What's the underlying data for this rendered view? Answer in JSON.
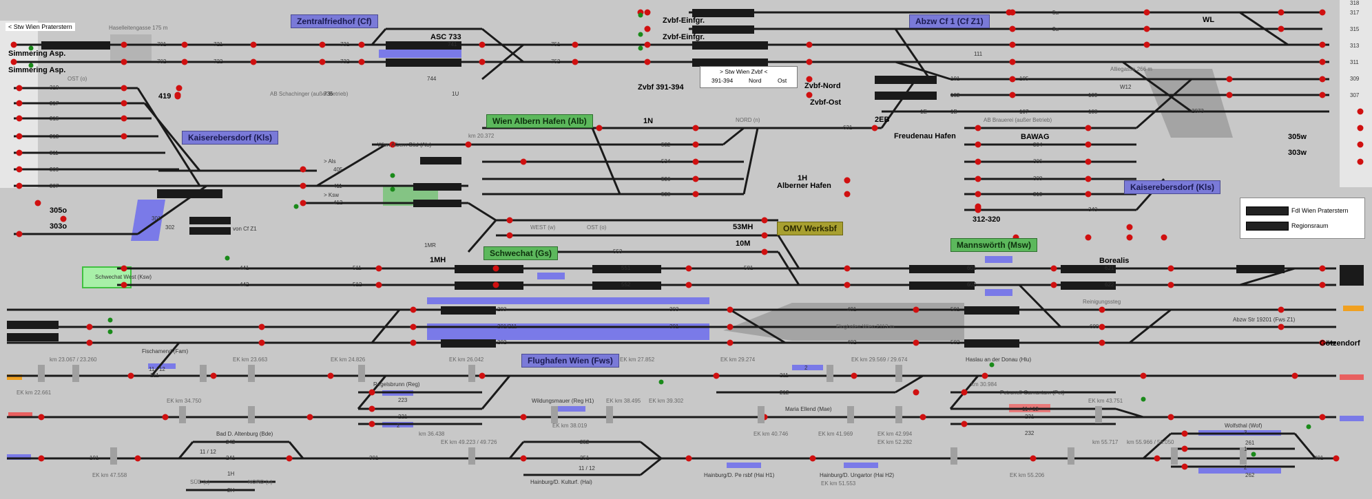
{
  "stations": {
    "zentralfriedhof": "Zentralfriedhof (Cf)",
    "abzw_cf1": "Abzw Cf 1 (Cf Z1)",
    "kaiserebersdorf_left": "Kaiserebersdorf (Kls)",
    "kaiserebersdorf_right": "Kaiserebersdorf (Kls)",
    "wien_albern_hafen": "Wien Albern Hafen (Alb)",
    "schwechat": "Schwechat (Gs)",
    "omv": "OMV Werksbf",
    "mannswoerth": "Mannswörth (Msw)",
    "flughafen": "Flughafen Wien (Fws)"
  },
  "places": {
    "stw_praterstern": "< Stw Wien Praterstern",
    "haselleitengasse": "Haselleitengasse 175 m",
    "simmering1": "Simmering Asp.",
    "simmering2": "Simmering Asp.",
    "asc733": "ASC 733",
    "zvbf1": "Zvbf-Einfgr.",
    "zvbf2": "Zvbf-Einfgr.",
    "zvbf391": "Zvbf 391-394",
    "zvbf_nord": "Zvbf-Nord",
    "zvbf_ost": "Zvbf-Ost",
    "freudenau": "Freudenau Hafen",
    "alberner": "Alberner Hafen",
    "wl": "WL",
    "allegasse": "Alliegasse 266 m",
    "bawag": "BAWAG",
    "brauerei": "AB Brauerei (außer Betrieb)",
    "schachinger": "AB Schachinger (außer Betrieb)",
    "w12": "W12",
    "s305w": "305w",
    "s303w": "303w",
    "s312_320": "312-320",
    "s305o": "305o",
    "s303o": "303o",
    "s419": "419",
    "albern_sued": "Wien Albern Süd (Als)",
    "als_arrow": "> Als",
    "ksw_arrow": "> Ksw",
    "von_cf": "von Cf Z1",
    "km2037": "km 20.372",
    "nord_n": "NORD (n)",
    "west_w": "WEST (w)",
    "ost_o": "OST (o)",
    "ost_o2": "OST (o)",
    "s1mr": "1MR",
    "s1mh": "1MH",
    "s53mh": "53MH",
    "s10m": "10M",
    "s1h": "1H",
    "s1n": "1N",
    "s2eb": "2EB",
    "schwechat_west": "Schwechat West (Ksw)",
    "borealis": "Borealis",
    "reinigung": "Reinigungssteg",
    "abzweig": "Abzw Str 19201 (Fws Z1)",
    "goetzendorf": "Götzendorf",
    "fischamend": "Fischamend (Fam)",
    "flughafen_len": "Flughafen Wien 2113 m",
    "haslau": "Haslau an der Donau (Hlu)",
    "regelsbrunn": "Regelsbrunn (Reg)",
    "wildungsmauer": "Wildungsmauer (Reg H1)",
    "maria_ellend": "Maria Ellend (Mae)",
    "petronell": "Petronell-Carnuntum (Pet)",
    "bad_altenburg": "Bad D. Altenburg (Bde)",
    "wolfsthal": "Wolfsthal (Wof)",
    "hainburg_k": "Hainburg/D. Kulturf. (Hai)",
    "hainburg_p": "Hainburg/D. Pe rsbf (Hai H1)",
    "hainburg_u": "Hainburg/D. Ungartor (Hai H2)",
    "sued_s": "SÜD (s)",
    "nord_n2": "NORD (n)",
    "s2h": "2H",
    "s1h2": "1H"
  },
  "km_labels": {
    "k1": "km 23.067 / 23.260",
    "k2": "EK km 23.663",
    "k3": "EK km 24.826",
    "k4": "EK km 26.042",
    "k5": "EK km 27.852",
    "k6": "EK km 29.274",
    "k7": "EK km 29.569 / 29.674",
    "k8": "EK km 22.661",
    "k9": "EK km 34.750",
    "k10": "EK km 38.495",
    "k11": "EK km 39.302",
    "k12": "EK km 38.019",
    "k13": "km 36.438",
    "k14": "EK km 40.746",
    "k15": "EK km 41.969",
    "k16": "EK km 42.994",
    "k17": "km 30.984",
    "k18": "EK km 43.751",
    "k19": "EK km 49.223 / 49.726",
    "k20": "EK km 47.558",
    "k21": "EK km 52.282",
    "k22": "EK km 51.553",
    "k23": "EK km 55.206",
    "k24": "km 55.717",
    "k25": "km 55.966 / 56.050"
  },
  "track_numbers": {
    "t701": "701",
    "t702": "702",
    "t721": "721",
    "t722": "722",
    "t731": "731",
    "t732": "732",
    "t741": "741",
    "t736": "736",
    "t744": "744",
    "t751": "751",
    "t752": "752",
    "t1u": "1U",
    "t319": "319",
    "t317": "317",
    "t315": "315",
    "t313": "313",
    "t311": "311",
    "t309": "309",
    "t307": "307",
    "t301": "301",
    "t302": "302",
    "t405": "405",
    "t411": "411",
    "t412": "412",
    "t532": "532",
    "t534": "534",
    "t536": "536",
    "t538": "538",
    "t631": "631",
    "t101": "101",
    "t102": "102",
    "t105": "105",
    "t107": "107",
    "t108": "108",
    "t109": "109",
    "t304": "304",
    "t306": "306",
    "t308": "308",
    "t310": "310",
    "t340": "340",
    "t111": "111",
    "t2073": "2073",
    "t5a": "5a",
    "t3a": "3a",
    "t441": "441",
    "t442": "442",
    "t511": "511",
    "t512": "512",
    "t551": "551",
    "t552": "552",
    "t553": "553",
    "t581": "581",
    "t601": "601",
    "t602": "602",
    "t621": "621",
    "t622": "622",
    "t203": "203",
    "t201_211": "201/211",
    "t202": "202",
    "t303": "303",
    "t401": "401",
    "t402": "402",
    "t501": "501",
    "t502": "502",
    "t600": "600",
    "t211": "211",
    "t212": "212",
    "t221": "221",
    "t223": "223",
    "t231": "231",
    "t232": "232",
    "t241": "241",
    "t242": "242",
    "t251": "251",
    "t252": "252",
    "t261": "261",
    "t262": "262",
    "t11_12": "11 / 12",
    "t2": "2",
    "t3": "3",
    "t1": "1",
    "t1e": "1E",
    "t1b": "1B",
    "t318": "318",
    "t317r": "317",
    "t315r": "315",
    "t313r": "313",
    "t311r": "311",
    "t309r": "309",
    "t307r": "307",
    "t2d": "2",
    "t2e": "2",
    "t2f": "2"
  },
  "legend": {
    "row1": "Fdl Wien Praterstern",
    "row2": "Regionsraum"
  },
  "stw_zvbf": {
    "title": "> Stw Wien Zvbf <",
    "a": "391-394",
    "b": "Nord",
    "c": "Ost"
  },
  "colors": {
    "background": "#c8c8c8",
    "track": "#1a1a1a",
    "signal_red": "#d01010",
    "signal_green": "#1a8a1a",
    "occupied_blue": "#7a7ae8",
    "station_blue": "#7a7ad8",
    "station_green": "#5cb85c",
    "station_olive": "#a8a030",
    "flughafen_grey": "#a0a0a0",
    "exit_orange": "#f0a020",
    "exit_pink": "#e86060",
    "exit_blue": "#7a7ae8"
  }
}
